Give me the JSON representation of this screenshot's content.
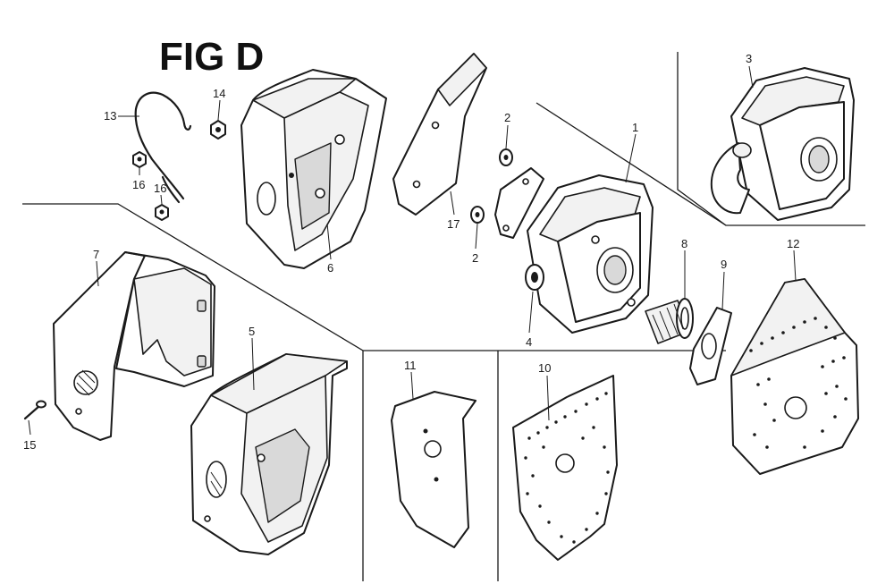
{
  "figure": {
    "title": "FIG D"
  },
  "callouts": {
    "c1": "1",
    "c2a": "2",
    "c2b": "2",
    "c3": "3",
    "c4": "4",
    "c5": "5",
    "c6": "6",
    "c7": "7",
    "c8": "8",
    "c9": "9",
    "c10": "10",
    "c11": "11",
    "c12": "12",
    "c13": "13",
    "c14": "14",
    "c15": "15",
    "c16a": "16",
    "c16b": "16",
    "c17": "17"
  },
  "colors": {
    "ink": "#1a1a1a",
    "paper": "#ffffff"
  }
}
